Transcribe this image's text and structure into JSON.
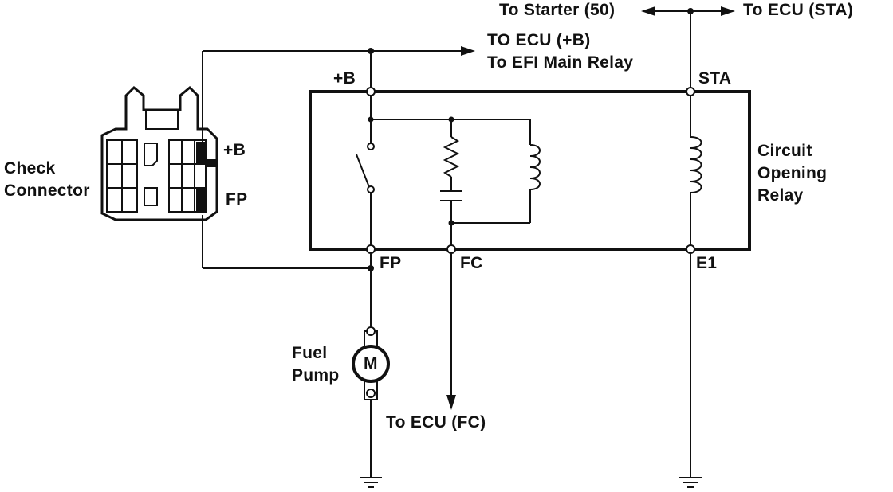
{
  "diagram": {
    "labels": {
      "to_starter": "To Starter (50)",
      "to_ecu_sta": "To ECU (STA)",
      "to_ecu_b": "TO ECU (+B)",
      "to_efi_main_relay": "To EFI Main Relay",
      "check_connector": [
        "Check",
        "Connector"
      ],
      "check_b": "+B",
      "check_fp": "FP",
      "relay_b": "+B",
      "relay_sta": "STA",
      "circuit_opening_relay": [
        "Circuit",
        "Opening",
        "Relay"
      ],
      "fp": "FP",
      "fc": "FC",
      "e1": "E1",
      "fuel_pump": [
        "Fuel",
        "Pump"
      ],
      "motor": "M",
      "to_ecu_fc": "To ECU (FC)"
    }
  }
}
